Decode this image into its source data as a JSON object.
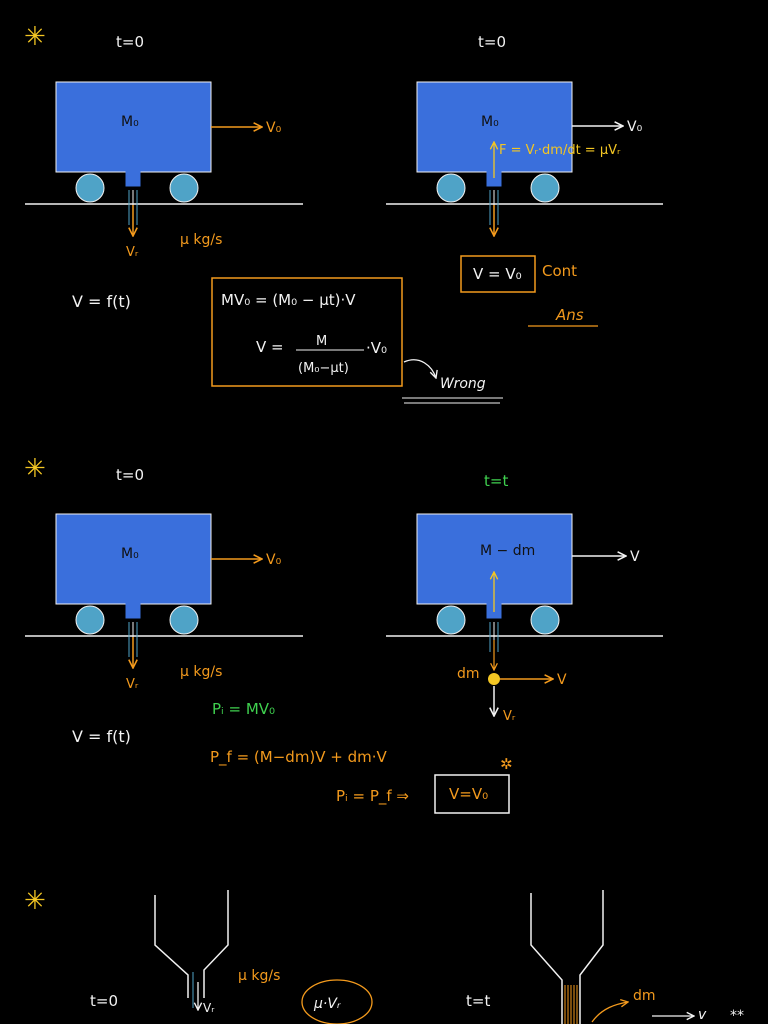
{
  "colors": {
    "background": "#000000",
    "cart": "#3a6fdc",
    "wheel": "#4fa3c7",
    "white": "#f2f2f2",
    "orange": "#f39a1d",
    "yellow": "#f3c623",
    "green": "#3fd14f"
  },
  "section1": {
    "star": "✳",
    "left": {
      "time": "t=0",
      "mass": "M₀",
      "velocity": "V₀",
      "rel_velocity": "Vᵣ",
      "rate": "μ kg/s",
      "func": "V = f(t)"
    },
    "right": {
      "time": "t=0",
      "mass": "M₀",
      "velocity": "V₀",
      "force": "F = Vᵣ·dm/dt = μVᵣ",
      "result": "V = V₀",
      "result_note": "Cont",
      "ans": "Ans"
    },
    "wrong_box": {
      "line1": "MV₀ = (M₀ − μt)·V",
      "line2_lhs": "V =",
      "line2_num": "M",
      "line2_den": "(M₀−μt)",
      "line2_rhs": "·V₀",
      "note": "Wrong"
    }
  },
  "section2": {
    "star": "✳",
    "left": {
      "time": "t=0",
      "mass": "M₀",
      "velocity": "V₀",
      "rel_velocity": "Vᵣ",
      "rate": "μ kg/s",
      "func": "V = f(t)"
    },
    "right": {
      "time": "t=t",
      "mass": "M − dm",
      "velocity": "V",
      "dm_label": "dm",
      "dm_velocity": "V",
      "dm_rel": "Vᵣ"
    },
    "eq_pi": "Pᵢ = MV₀",
    "eq_pf": "P_f = (M−dm)V + dm·V",
    "eq_cons": "Pᵢ = P_f ⇒",
    "result": "V=V₀"
  },
  "section3": {
    "star": "✳",
    "left": {
      "time": "t=0",
      "rate": "μ kg/s",
      "rel_velocity": "Vᵣ",
      "circled": "μ·Vᵣ"
    },
    "right": {
      "time": "t=t",
      "dm_label": "dm",
      "velocity": "v",
      "stars": "**"
    }
  }
}
